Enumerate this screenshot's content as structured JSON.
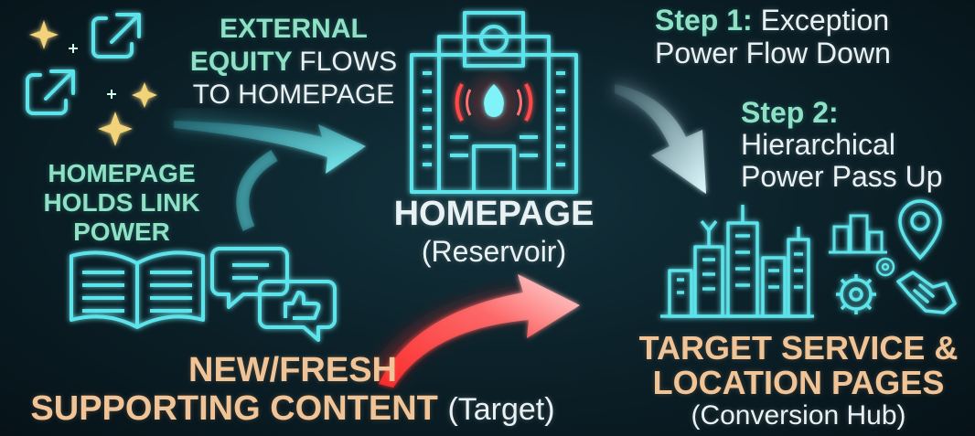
{
  "external": {
    "line1": "EXTERNAL",
    "line2_a": "EQUITY",
    "line2_b": "FLOWS",
    "line3": "TO HOMEPAGE"
  },
  "holds": {
    "line1": "HOMEPAGE",
    "line2": "HOLDS LINK",
    "line3": "POWER"
  },
  "homepage": {
    "title": "HOMEPAGE",
    "subtitle": "(Reservoir)"
  },
  "step1": {
    "label": "Step 1:",
    "text1": "Exception",
    "text2": "Power Flow Down"
  },
  "step2": {
    "label": "Step 2:",
    "text1": "Hierarchical",
    "text2": "Power Pass Up"
  },
  "supporting": {
    "line1": "NEW/FRESH",
    "line2": "SUPPORTING CONTENT",
    "tag": "(Target)"
  },
  "target": {
    "line1": "TARGET SERVICE &",
    "line2": "LOCATION PAGES",
    "tag": "(Conversion Hub)"
  },
  "colors": {
    "neon": "#5fe3ea",
    "mint": "#8fe0c4",
    "peach": "#f0c496",
    "red": "#ff3b3b",
    "gold": "#f3d37a"
  },
  "icons": [
    "sparkle-icon",
    "external-link-icon",
    "homepage-building-icon",
    "open-book-icon",
    "chat-thumbs-up-icon",
    "city-skyline-icon",
    "location-pin-icon",
    "gear-icon",
    "handshake-icon",
    "curved-arrow-icon"
  ]
}
